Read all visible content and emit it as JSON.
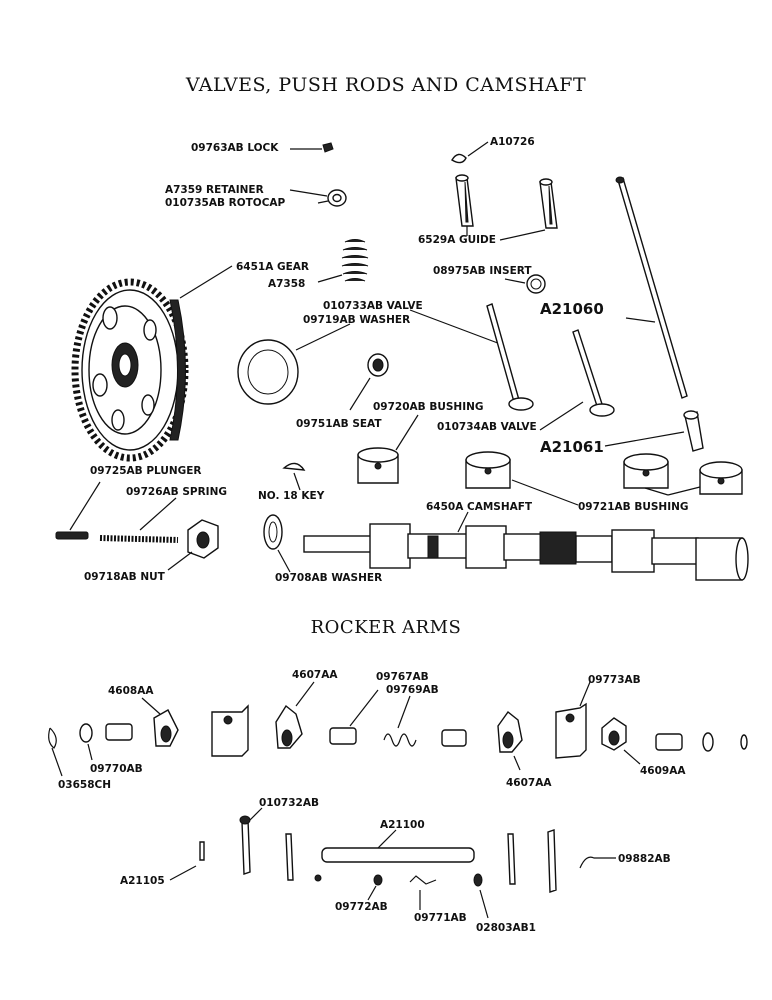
{
  "titles": {
    "top": "VALVES, PUSH RODS AND CAMSHAFT",
    "middle": "ROCKER ARMS"
  },
  "labels": {
    "lock": "09763AB LOCK",
    "a10726": "A10726",
    "retainer": "A7359 RETAINER",
    "rotocap": "010735AB ROTOCAP",
    "guide": "6529A GUIDE",
    "gear": "6451A GEAR",
    "a7358": "A7358",
    "insert": "08975AB INSERT",
    "a21060": "A21060",
    "valve1": "010733AB   VALVE",
    "washer1": "09719AB WASHER",
    "seat": "09751AB SEAT",
    "bushing1": "09720AB BUSHING",
    "valve2": "010734AB  VALVE",
    "a21061": "A21061",
    "plunger": "09725AB PLUNGER",
    "spring": "09726AB SPRING",
    "key": "NO. 18 KEY",
    "camshaft": "6450A CAMSHAFT",
    "bushing2": "09721AB BUSHING",
    "nut": "09718AB NUT",
    "washer2": "09708AB WASHER",
    "r4608aa": "4608AA",
    "r4607aa_top": "4607AA",
    "r09767ab": "09767AB",
    "r09769ab": "09769AB",
    "r09773ab": "09773AB",
    "r09770ab": "09770AB",
    "r03658ch": "03658CH",
    "r4607aa_bottom": "4607AA",
    "r4609aa": "4609AA",
    "r010732ab": "010732AB",
    "r_a21100": "A21100",
    "r_a21105": "A21105",
    "r09882ab": "09882AB",
    "r09772ab": "09772AB",
    "r09771ab": "09771AB",
    "r02803ab1": "02803AB1"
  }
}
